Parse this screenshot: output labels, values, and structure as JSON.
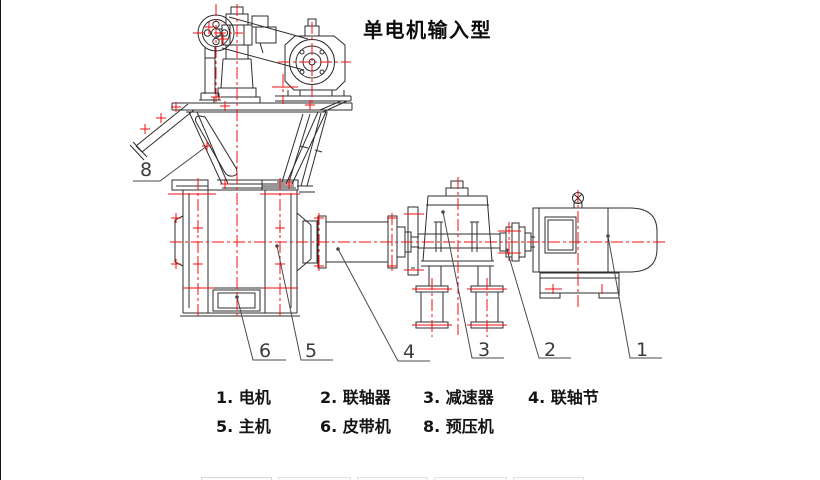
{
  "title": "单电机输入型",
  "part_labels": [
    {
      "num": "8"
    },
    {
      "num": "6"
    },
    {
      "num": "5"
    },
    {
      "num": "4"
    },
    {
      "num": "3"
    },
    {
      "num": "2"
    },
    {
      "num": "1"
    }
  ],
  "legend": {
    "row1": [
      {
        "label": "1. 电机"
      },
      {
        "label": "2. 联轴器"
      },
      {
        "label": "3. 减速器"
      },
      {
        "label": "4. 联轴节"
      }
    ],
    "row2": [
      {
        "label": "5. 主机"
      },
      {
        "label": "6. 皮带机"
      },
      {
        "label": "8. 预压机"
      }
    ]
  },
  "colors": {
    "centerline_red": "#f30f0f",
    "linework_black": "#2e2e2e",
    "leader_gray": "#4a4a4a",
    "background": "#ffffff"
  }
}
